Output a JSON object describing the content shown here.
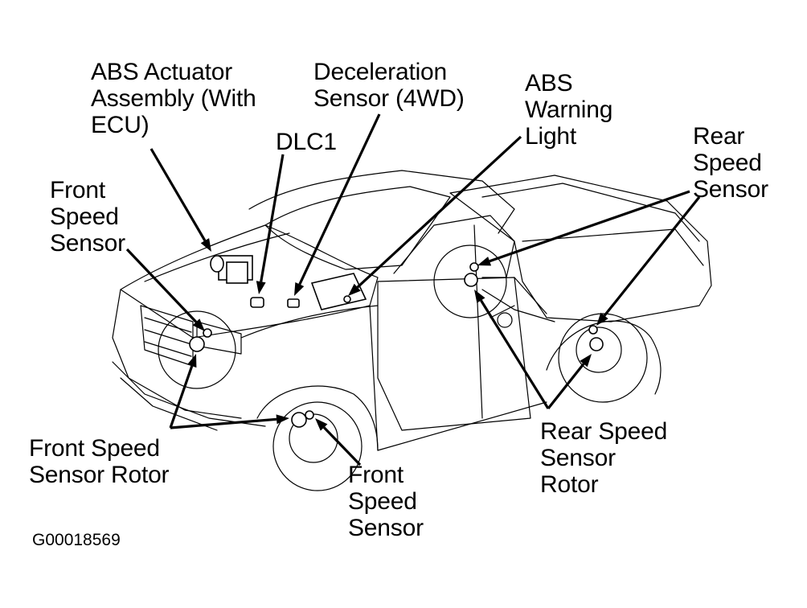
{
  "diagram": {
    "title": "ABS component locations (pickup truck)",
    "figure_id": "G00018569",
    "colors": {
      "ink": "#000000",
      "background": "#ffffff"
    },
    "labels": {
      "abs_actuator": [
        "ABS Actuator",
        "Assembly (With",
        "ECU)"
      ],
      "deceleration_sensor": [
        "Deceleration",
        "Sensor (4WD)"
      ],
      "abs_warning_light": [
        "ABS",
        "Warning",
        "Light"
      ],
      "dlc1": [
        "DLC1"
      ],
      "front_speed_sensor_upper": [
        "Front",
        "Speed",
        "Sensor"
      ],
      "rear_speed_sensor": [
        "Rear",
        "Speed",
        "Sensor"
      ],
      "front_speed_sensor_rotor": [
        "Front Speed",
        "Sensor Rotor"
      ],
      "front_speed_sensor_lower": [
        "Front",
        "Speed",
        "Sensor"
      ],
      "rear_speed_sensor_rotor": [
        "Rear Speed",
        "Sensor",
        "Rotor"
      ]
    }
  }
}
